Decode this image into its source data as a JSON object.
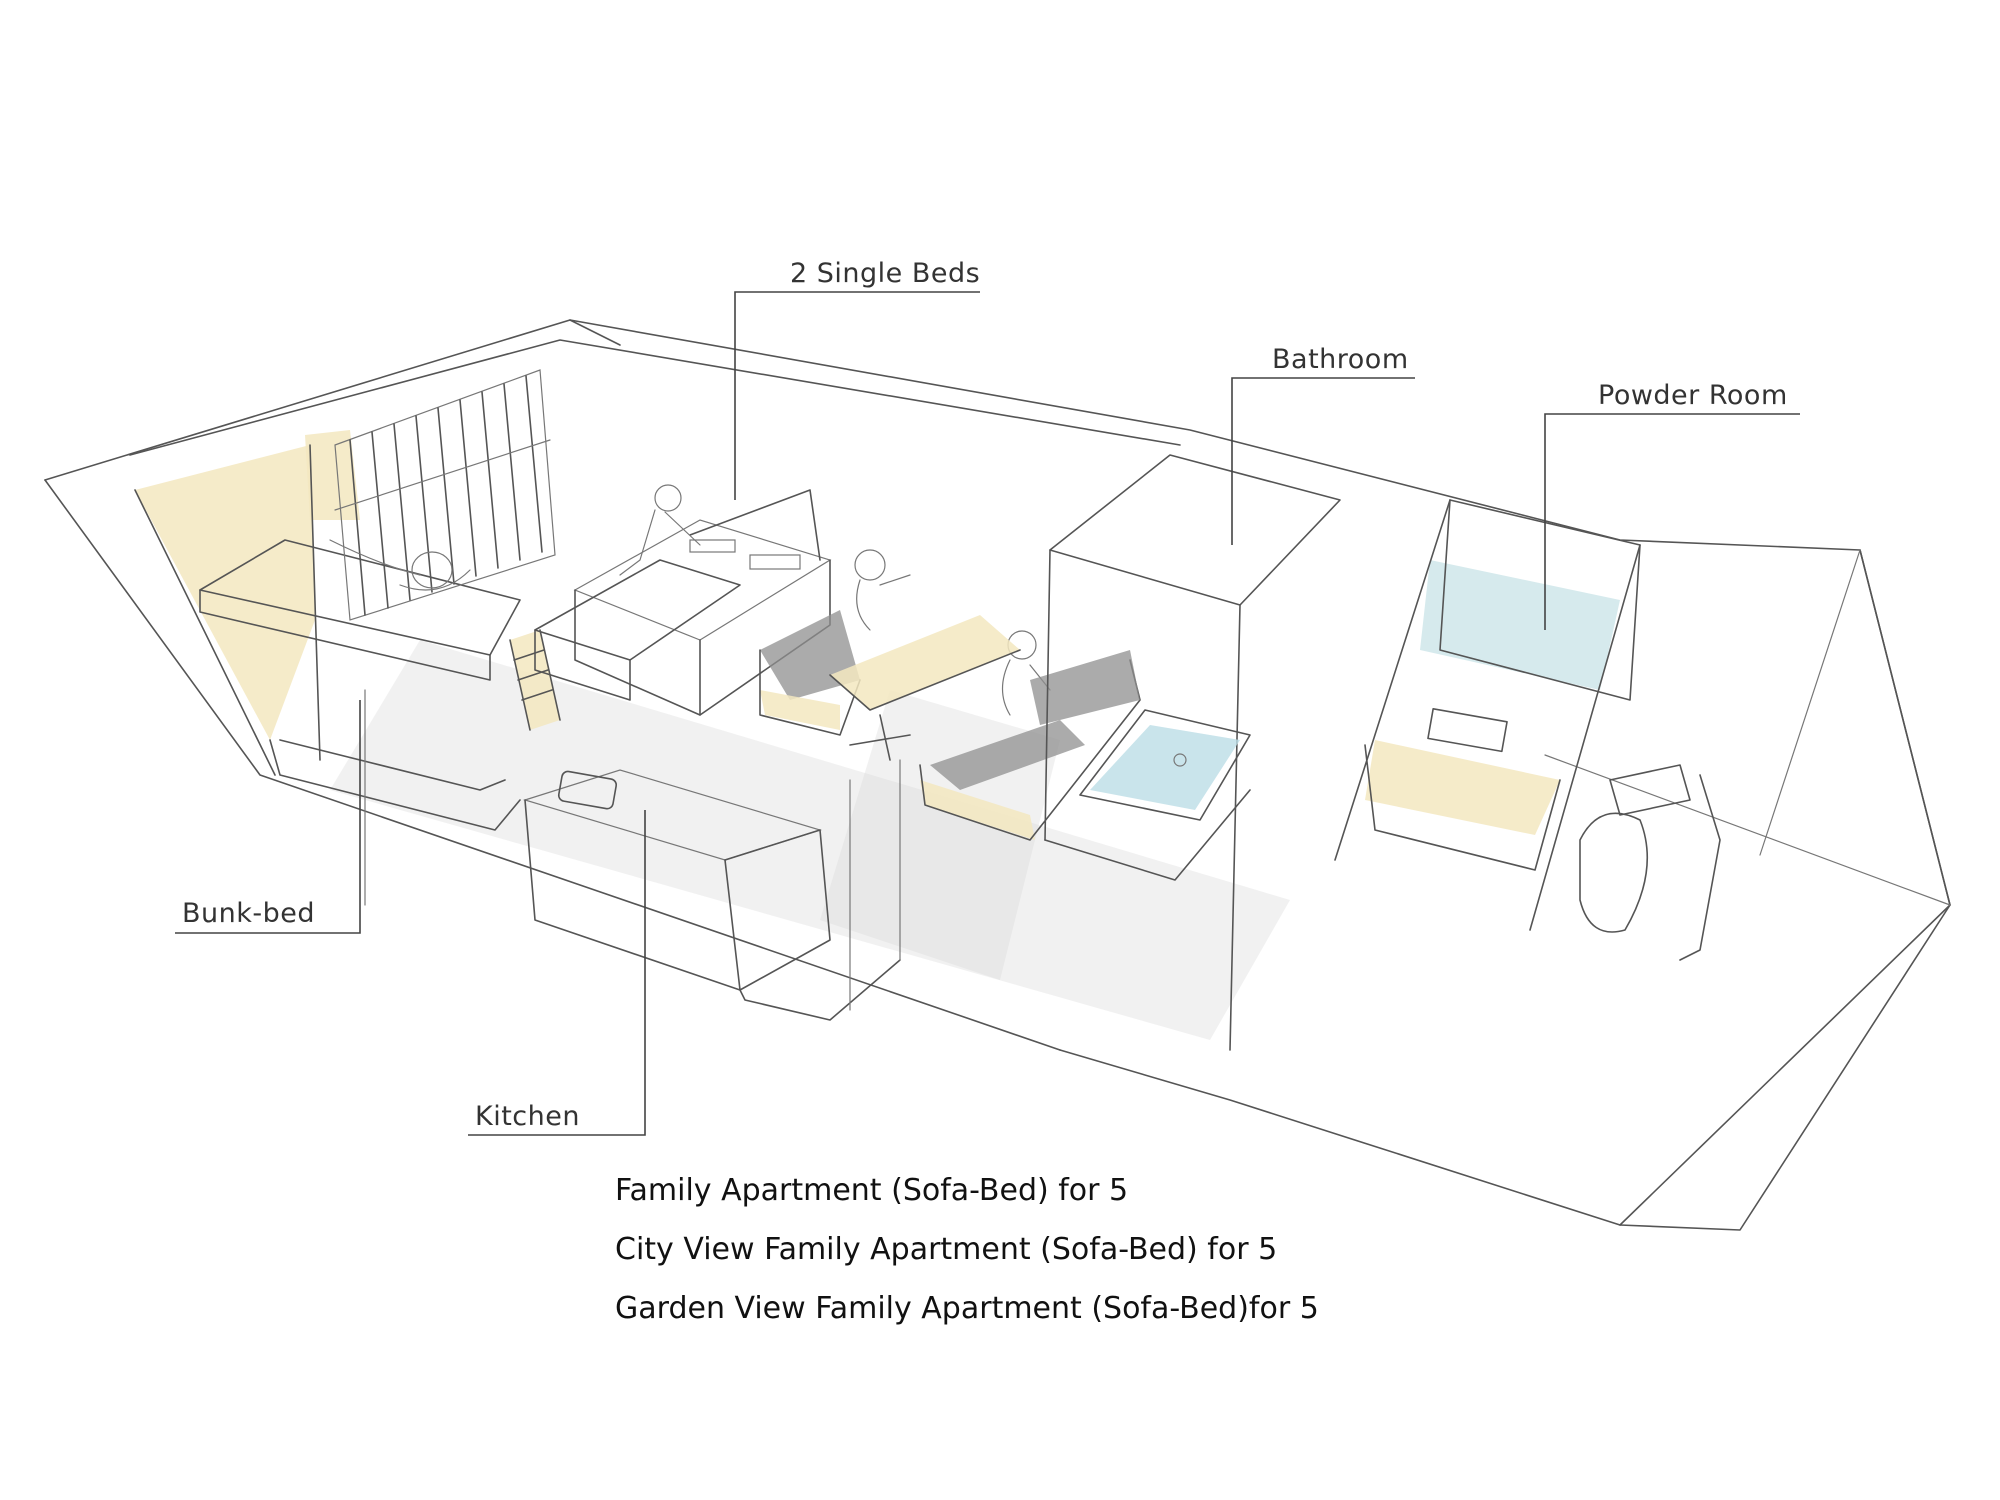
{
  "labels": {
    "single_beds": "2 Single Beds",
    "bathroom": "Bathroom",
    "powder_room": "Powder Room",
    "bunk_bed": "Bunk-bed",
    "kitchen": "Kitchen"
  },
  "captions": [
    "Family Apartment (Sofa-Bed) for 5",
    "City View Family Apartment (Sofa-Bed) for 5",
    "Garden View Family Apartment (Sofa-Bed)for 5"
  ],
  "colors": {
    "wood": "#f3e7bf",
    "sofa": "#8f8f8f",
    "water": "#bcdde6",
    "line": "#555555"
  }
}
